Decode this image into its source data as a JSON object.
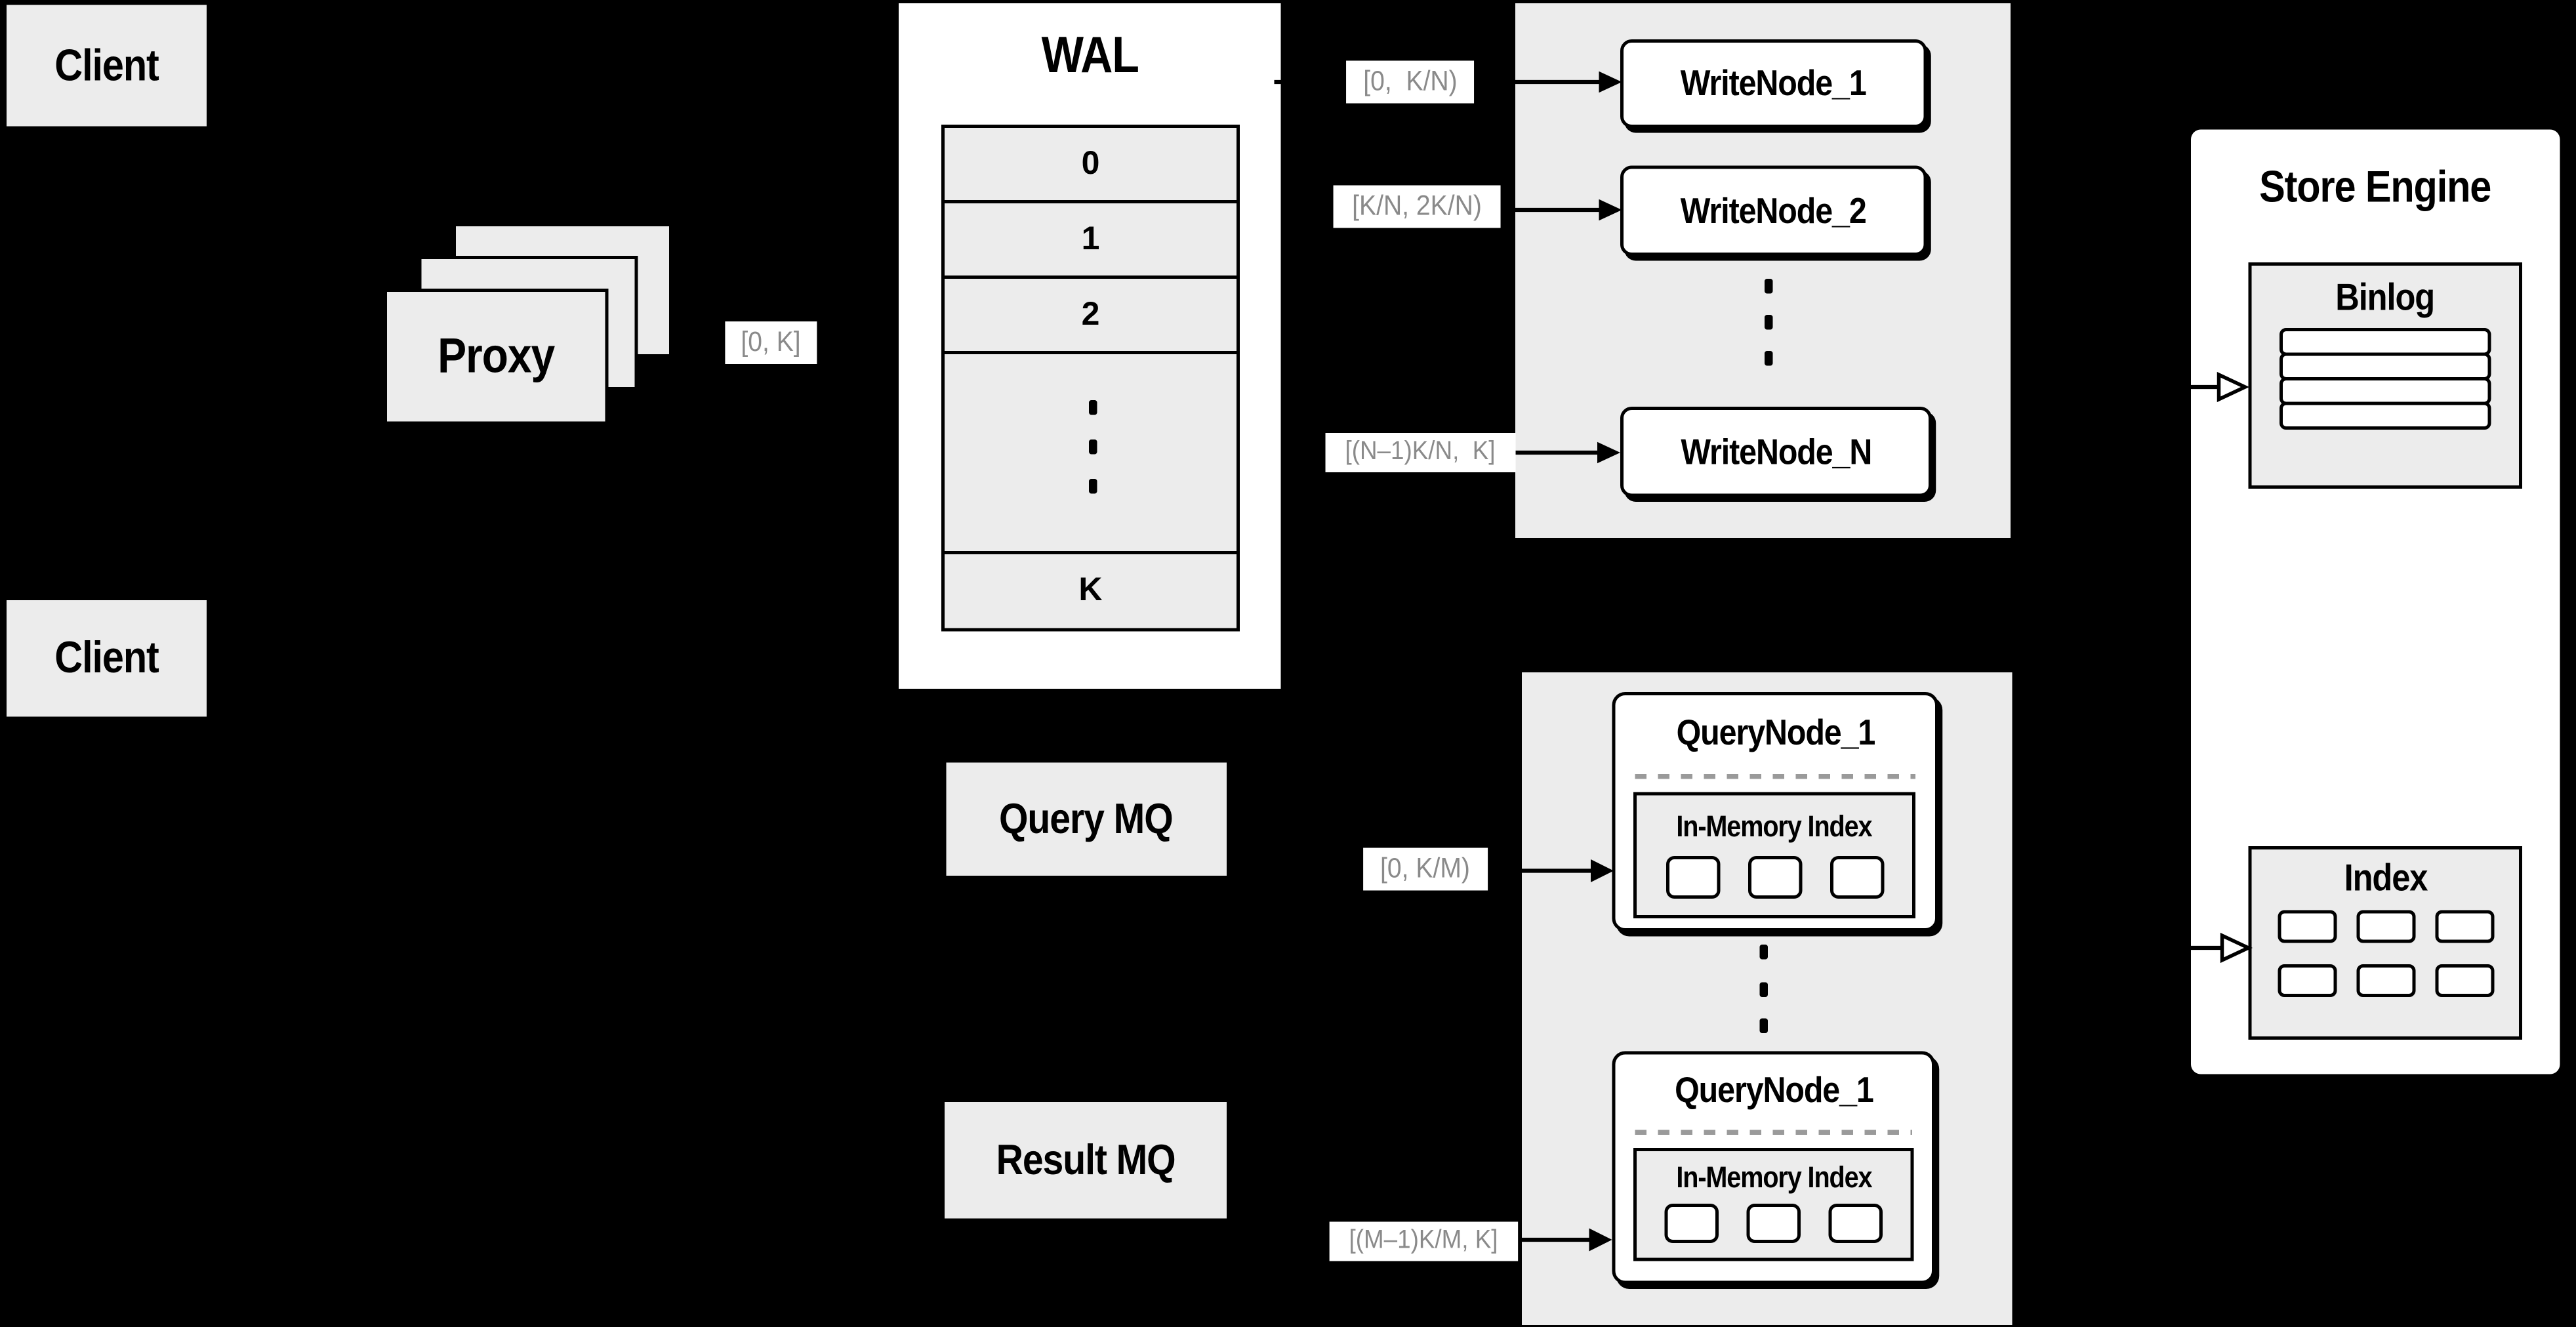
{
  "colors": {
    "background": "#000000",
    "box_fill": "#ececec",
    "panel_fill": "#ffffff",
    "line": "#000000",
    "range_label_text": "#8a8a8a"
  },
  "clients": {
    "top": "Client",
    "bottom": "Client"
  },
  "proxy": {
    "label": "Proxy"
  },
  "wal": {
    "title": "WAL",
    "rows": [
      "0",
      "1",
      "2"
    ],
    "k": "K"
  },
  "write_group": {
    "nodes": [
      "WriteNode_1",
      "WriteNode_2",
      "WriteNode_N"
    ]
  },
  "query_group": {
    "top_title": "QueryNode_1",
    "bottom_title": "QueryNode_1",
    "in_memory_label": "In-Memory Index"
  },
  "mq": {
    "query": "Query MQ",
    "result": "Result MQ"
  },
  "store_engine": {
    "title": "Store Engine",
    "binlog_title": "Binlog",
    "index_title": "Index"
  },
  "range_labels": {
    "proxy_out": "[0, K]",
    "write1": "[0,  K/N)",
    "write2": "[K/N, 2K/N)",
    "writeN": "[(N–1)K/N,  K]",
    "query1": "[0, K/M)",
    "queryM": "[(M–1)K/M, K]"
  }
}
